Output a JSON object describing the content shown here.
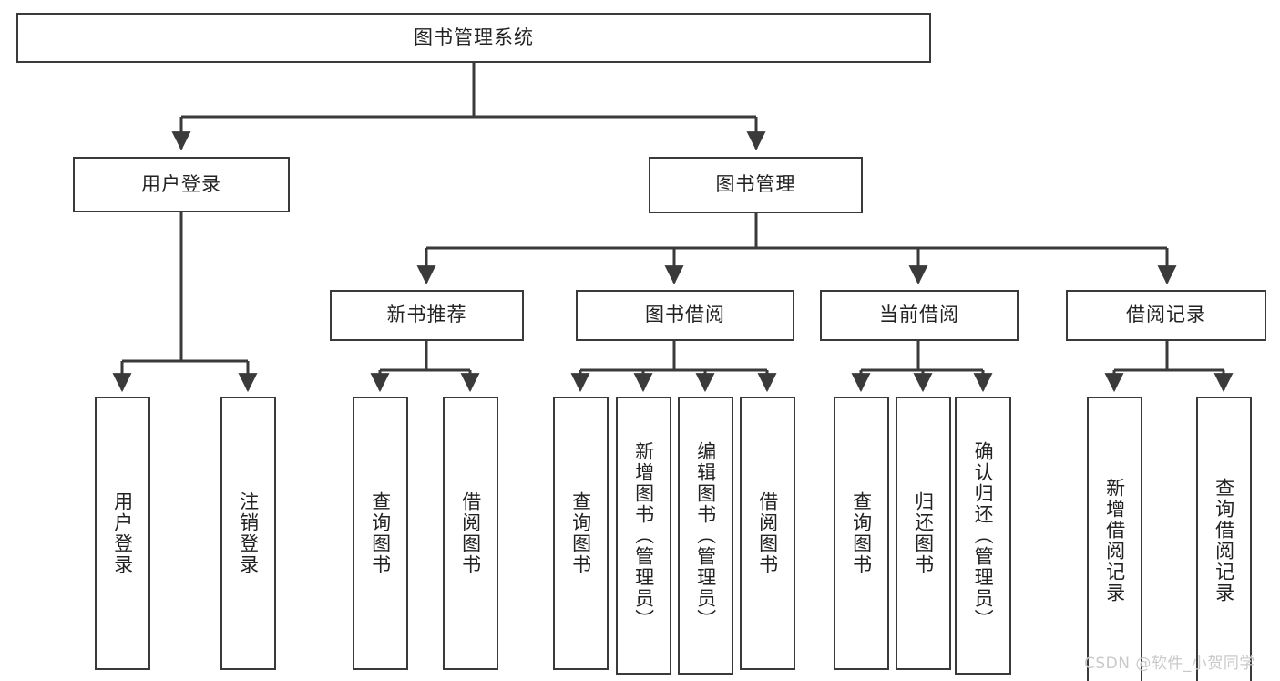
{
  "diagram": {
    "type": "tree-hierarchy",
    "title": "图书管理系统",
    "orientation": "top-down",
    "watermark": "CSDN @软件_小贺同学",
    "colors": {
      "stroke": "#3a3a3a",
      "fill": "#ffffff",
      "text": "#222222",
      "watermark": "#c9c9c9"
    },
    "levels": [
      {
        "level": 1,
        "nodes": [
          {
            "id": "root",
            "label": "图书管理系统",
            "orientation": "horizontal"
          }
        ]
      },
      {
        "level": 2,
        "nodes": [
          {
            "id": "login",
            "label": "用户登录",
            "orientation": "horizontal",
            "parent": "root"
          },
          {
            "id": "bookmgmt",
            "label": "图书管理",
            "orientation": "horizontal",
            "parent": "root"
          }
        ]
      },
      {
        "level": 3,
        "nodes": [
          {
            "id": "newbook",
            "label": "新书推荐",
            "orientation": "horizontal",
            "parent": "bookmgmt"
          },
          {
            "id": "borrow",
            "label": "图书借阅",
            "orientation": "horizontal",
            "parent": "bookmgmt"
          },
          {
            "id": "current",
            "label": "当前借阅",
            "orientation": "horizontal",
            "parent": "bookmgmt"
          },
          {
            "id": "records",
            "label": "借阅记录",
            "orientation": "horizontal",
            "parent": "bookmgmt"
          }
        ]
      },
      {
        "level": 4,
        "nodes": [
          {
            "id": "leaf-user-login",
            "label": "用户登录",
            "orientation": "vertical",
            "parent": "login"
          },
          {
            "id": "leaf-user-logout",
            "label": "注销登录",
            "orientation": "vertical",
            "parent": "login"
          },
          {
            "id": "leaf-nb-query",
            "label": "查询图书",
            "orientation": "vertical",
            "parent": "newbook"
          },
          {
            "id": "leaf-nb-borrow",
            "label": "借阅图书",
            "orientation": "vertical",
            "parent": "newbook"
          },
          {
            "id": "leaf-bw-query",
            "label": "查询图书",
            "orientation": "vertical",
            "parent": "borrow"
          },
          {
            "id": "leaf-bw-add",
            "label": "新增图书（管理员）",
            "orientation": "vertical",
            "parent": "borrow"
          },
          {
            "id": "leaf-bw-edit",
            "label": "编辑图书（管理员）",
            "orientation": "vertical",
            "parent": "borrow"
          },
          {
            "id": "leaf-bw-borrow",
            "label": "借阅图书",
            "orientation": "vertical",
            "parent": "borrow"
          },
          {
            "id": "leaf-cur-query",
            "label": "查询图书",
            "orientation": "vertical",
            "parent": "current"
          },
          {
            "id": "leaf-cur-return",
            "label": "归还图书",
            "orientation": "vertical",
            "parent": "current"
          },
          {
            "id": "leaf-cur-confirm",
            "label": "确认归还（管理员）",
            "orientation": "vertical",
            "parent": "current"
          },
          {
            "id": "leaf-rec-add",
            "label": "新增借阅记录",
            "orientation": "vertical",
            "parent": "records"
          },
          {
            "id": "leaf-rec-query",
            "label": "查询借阅记录",
            "orientation": "vertical",
            "parent": "records"
          }
        ]
      }
    ]
  }
}
